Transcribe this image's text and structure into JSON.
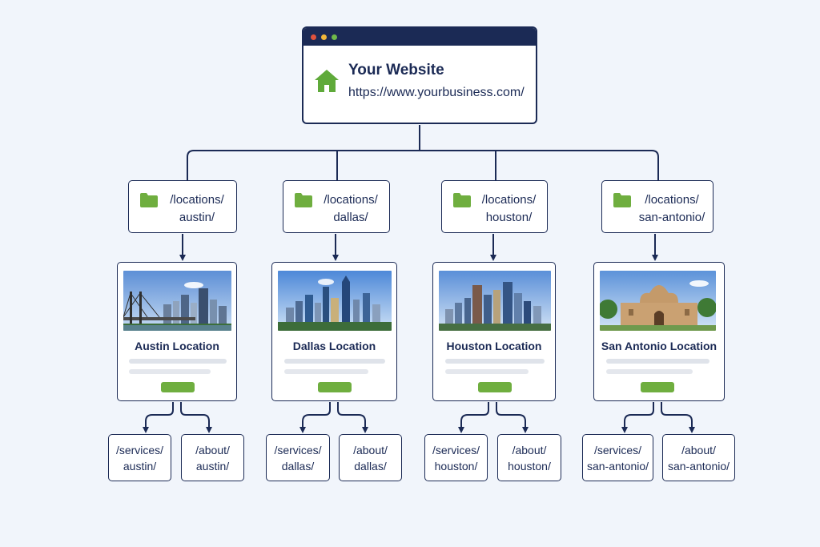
{
  "root": {
    "title": "Your Website",
    "url": "https://www.yourbusiness.com/",
    "icon": "house-icon",
    "window_dots": [
      "#e0533d",
      "#f2b73a",
      "#6fb94a"
    ]
  },
  "colors": {
    "navy": "#1b2a55",
    "green": "#6fae3f",
    "background": "#f1f5fb"
  },
  "branches": [
    {
      "folder_line1": "/locations/",
      "folder_line2": "austin/",
      "card_title": "Austin Location",
      "image": "austin-skyline-bridge",
      "leaves": [
        {
          "line1": "/services/",
          "line2": "austin/"
        },
        {
          "line1": "/about/",
          "line2": "austin/"
        }
      ]
    },
    {
      "folder_line1": "/locations/",
      "folder_line2": "dallas/",
      "card_title": "Dallas Location",
      "image": "dallas-skyline",
      "leaves": [
        {
          "line1": "/services/",
          "line2": "dallas/"
        },
        {
          "line1": "/about/",
          "line2": "dallas/"
        }
      ]
    },
    {
      "folder_line1": "/locations/",
      "folder_line2": "houston/",
      "card_title": "Houston Location",
      "image": "houston-skyline",
      "leaves": [
        {
          "line1": "/services/",
          "line2": "houston/"
        },
        {
          "line1": "/about/",
          "line2": "houston/"
        }
      ]
    },
    {
      "folder_line1": "/locations/",
      "folder_line2": "san-antonio/",
      "card_title": "San Antonio Location",
      "image": "alamo-mission",
      "leaves": [
        {
          "line1": "/services/",
          "line2": "san-antonio/"
        },
        {
          "line1": "/about/",
          "line2": "san-antonio/"
        }
      ]
    }
  ]
}
